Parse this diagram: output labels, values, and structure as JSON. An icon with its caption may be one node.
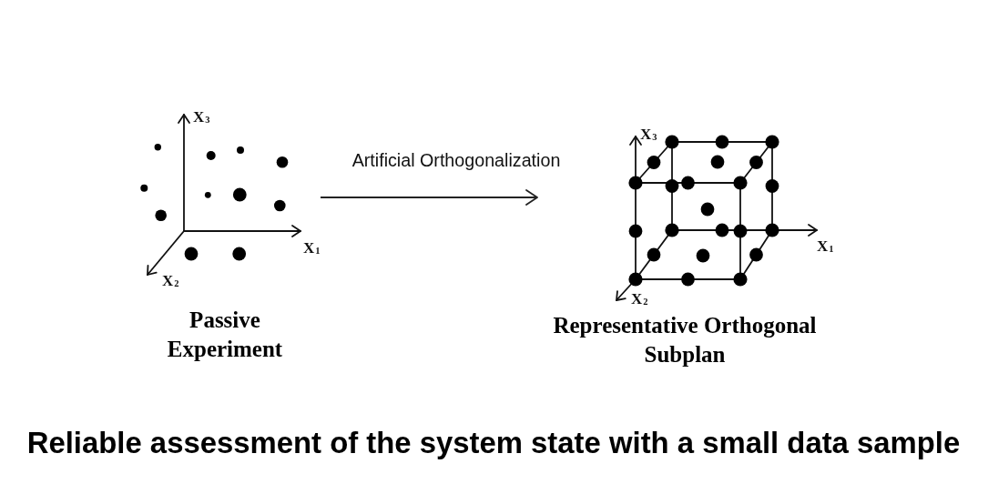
{
  "diagram": {
    "caption": "Reliable assessment of the system state with a small data sample",
    "nodes": [
      {
        "text": [
          "Passive Experiment"
        ]
      },
      {
        "text": [
          "Representative Orthogonal Subplan"
        ]
      }
    ],
    "edges": [
      {
        "from": 0,
        "to": 1,
        "arrow": "to",
        "label": "Artificial Orthogonalization"
      }
    ],
    "labels": [
      "X$_{3}$",
      "X$_{1}$",
      "X$_{2}$",
      "X$_{3}$",
      "X$_{1}$",
      "X$_{2}$"
    ]
  }
}
